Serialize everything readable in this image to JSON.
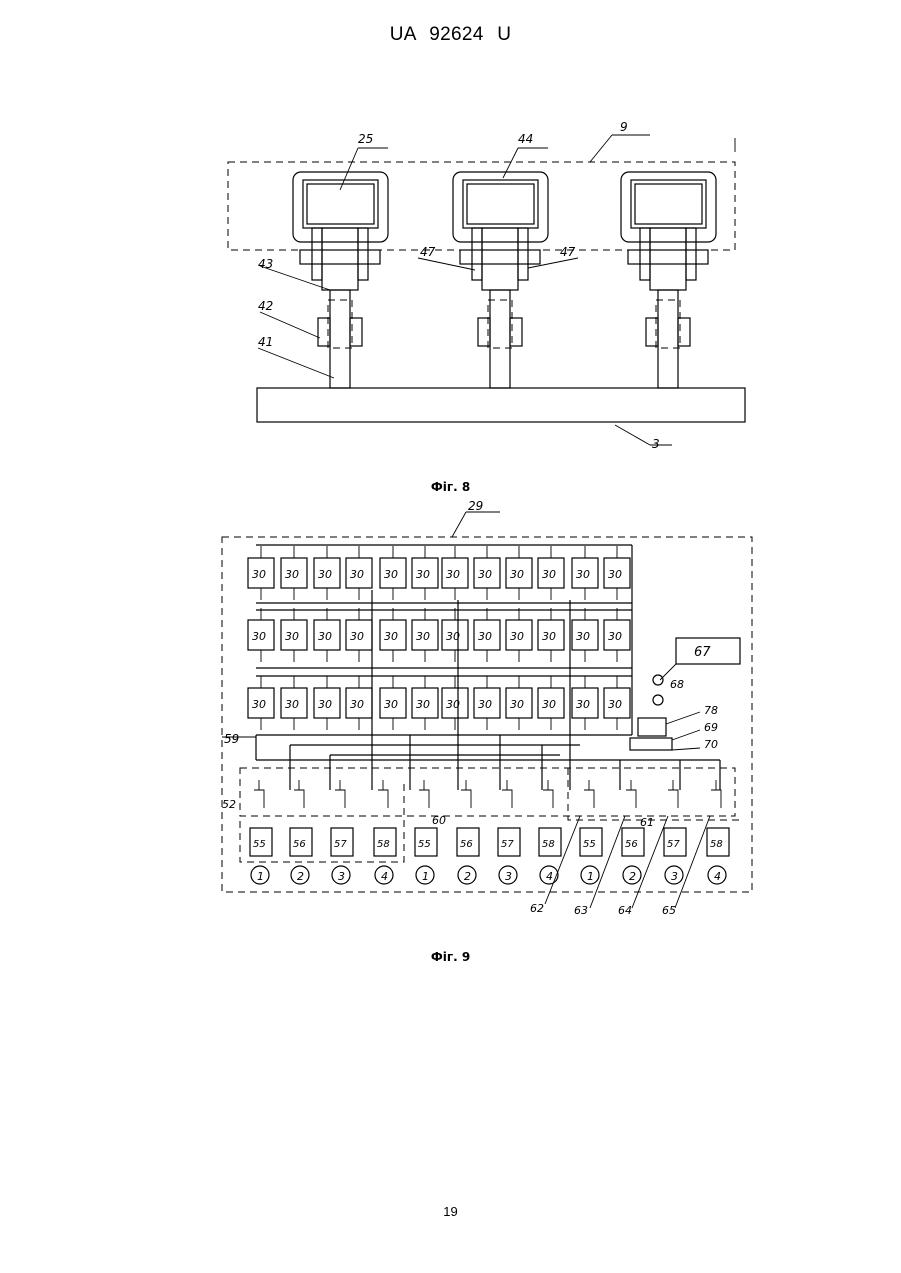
{
  "header": {
    "patent": "UA 92624 U"
  },
  "figures": {
    "fig8": {
      "caption": "Фіг. 8",
      "labels": {
        "top_block": "25",
        "frame": "44",
        "housing": "9",
        "arm": "43",
        "coupler": "42",
        "shaft": "41",
        "pin_left": "47",
        "pin_right": "47",
        "base": "3"
      }
    },
    "fig9": {
      "caption": "Фіг. 9",
      "cell_label": "30",
      "labels": {
        "housing": "29",
        "block": "67",
        "lamp": "68",
        "unit_a": "78",
        "unit_b": "69",
        "unit_c": "70",
        "bus": "59",
        "group_a": "52",
        "group_b": "60",
        "group_c": "61",
        "lead_1": "62",
        "lead_2": "63",
        "lead_3": "64",
        "lead_4": "65"
      },
      "outputs": [
        "55",
        "56",
        "57",
        "58",
        "55",
        "56",
        "57",
        "58",
        "55",
        "56",
        "57",
        "58"
      ],
      "phases": [
        "1",
        "2",
        "3",
        "4",
        "1",
        "2",
        "3",
        "4",
        "1",
        "2",
        "3",
        "4"
      ]
    }
  },
  "page": {
    "number": "19"
  }
}
